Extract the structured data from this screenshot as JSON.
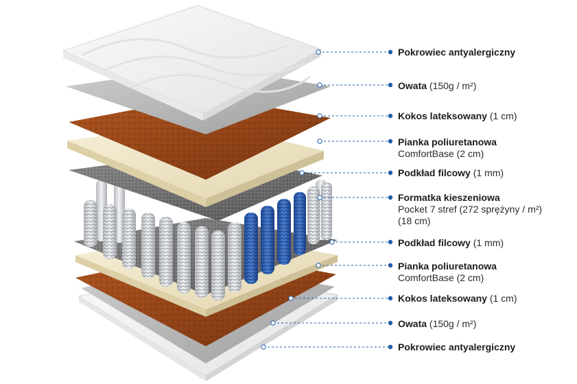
{
  "layers": [
    {
      "name": "Pokrowiec antyalergiczny",
      "detail": "",
      "extra": []
    },
    {
      "name": "Owata",
      "detail": "(150g / m²)",
      "extra": []
    },
    {
      "name": "Kokos lateksowany",
      "detail": "(1 cm)",
      "extra": []
    },
    {
      "name": "Pianka poliuretanowa",
      "detail": "",
      "extra": [
        "ComfortBase (2 cm)"
      ]
    },
    {
      "name": "Podkład filcowy",
      "detail": "(1 mm)",
      "extra": []
    },
    {
      "name": "Formatka kieszeniowa",
      "detail": "",
      "extra": [
        "Pocket 7 stref (272 sprężyny / m²)",
        "(18 cm)"
      ]
    },
    {
      "name": "Podkład filcowy",
      "detail": "(1 mm)",
      "extra": []
    },
    {
      "name": "Pianka poliuretanowa",
      "detail": "",
      "extra": [
        "ComfortBase (2 cm)"
      ]
    },
    {
      "name": "Kokos lateksowany",
      "detail": "(1 cm)",
      "extra": []
    },
    {
      "name": "Owata",
      "detail": "(150g / m²)",
      "extra": []
    },
    {
      "name": "Pokrowiec antyalergiczny",
      "detail": "",
      "extra": []
    }
  ],
  "colors": {
    "leader": "#1f5fae",
    "cover": "#f2f2f2",
    "wadding": "#b9b9b9",
    "coconut": "#9a4a1c",
    "foam": "#efe6c8",
    "felt": "#6b6b6b",
    "spring_grey": "#d7d9dc",
    "spring_blue": "#2f63b8"
  }
}
